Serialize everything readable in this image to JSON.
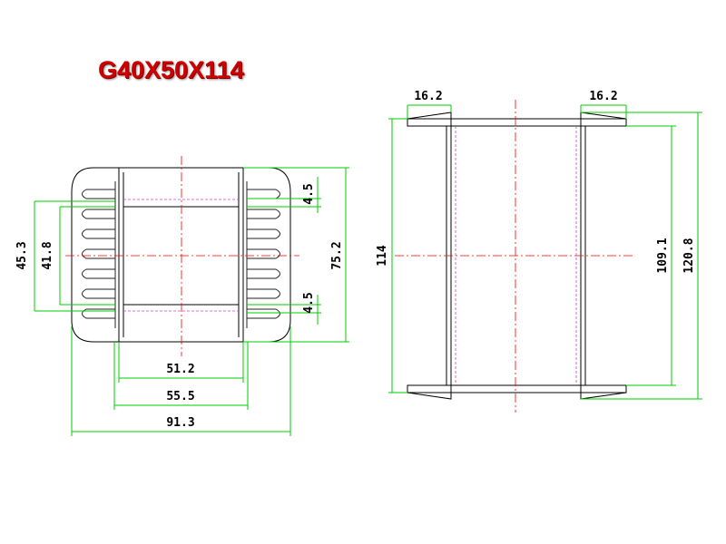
{
  "title": "G40X50X114",
  "colors": {
    "title": "#cc0000",
    "outline": "#000000",
    "dimension_line": "#00cc00",
    "center_line": "#ff0000",
    "hidden_line": "#cc44cc"
  },
  "front_view": {
    "dimensions": {
      "inner_window_width": "51.2",
      "core_width": "55.5",
      "overall_width": "91.3",
      "fin_height_left": "45.3",
      "inner_height_left": "41.8",
      "overall_height": "75.2",
      "flange_top": "4.5",
      "flange_bottom": "4.5"
    }
  },
  "side_view": {
    "dimensions": {
      "flange_left": "16.2",
      "flange_right": "16.2",
      "length": "114",
      "inner_length": "109.1",
      "overall_length": "120.8"
    }
  }
}
